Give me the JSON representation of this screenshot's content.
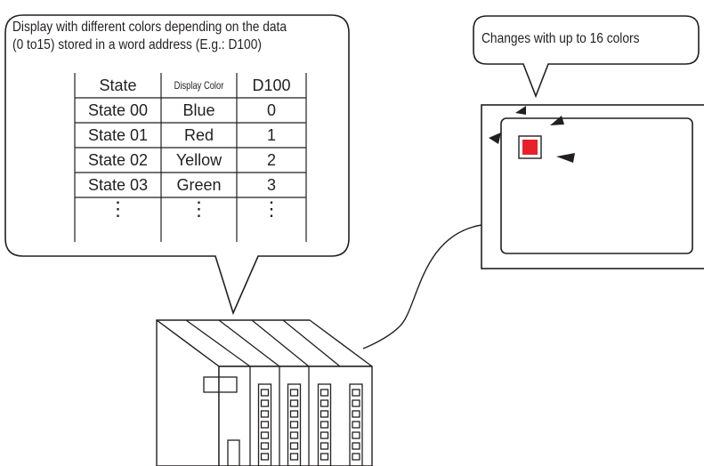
{
  "callout_left": {
    "line1": "Display with different colors depending on the data",
    "line2": "(0 to15) stored in a word address (E.g.: D100)"
  },
  "callout_right": {
    "text": "Changes with up to 16 colors"
  },
  "table": {
    "headers": [
      "State",
      "Display Color",
      "D100"
    ],
    "rows": [
      [
        "State 00",
        "Blue",
        "0"
      ],
      [
        "State 01",
        "Red",
        "1"
      ],
      [
        "State 02",
        "Yellow",
        "2"
      ],
      [
        "State 03",
        "Green",
        "3"
      ]
    ],
    "continuation": [
      "⋮",
      "⋮",
      "⋮"
    ]
  },
  "lamp": {
    "color": "#e8202a"
  },
  "plc": {
    "module_count": 4,
    "indicator_rows": 7
  }
}
